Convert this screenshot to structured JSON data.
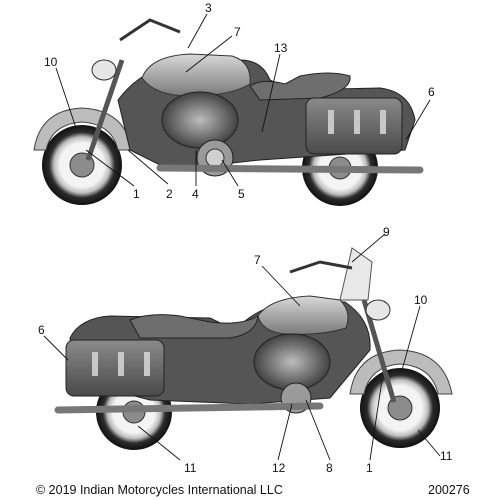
{
  "diagram": {
    "views": [
      {
        "name": "top-view-right-side",
        "callouts": [
          "3",
          "7",
          "13",
          "10",
          "6",
          "1",
          "2",
          "4",
          "5"
        ]
      },
      {
        "name": "bottom-view-left-side",
        "callouts": [
          "9",
          "7",
          "10",
          "6",
          "11",
          "12",
          "8",
          "1",
          "11"
        ]
      }
    ]
  },
  "footer": {
    "copyright": "© 2019 Indian Motorcycles International LLC",
    "ref_number": "200276"
  }
}
